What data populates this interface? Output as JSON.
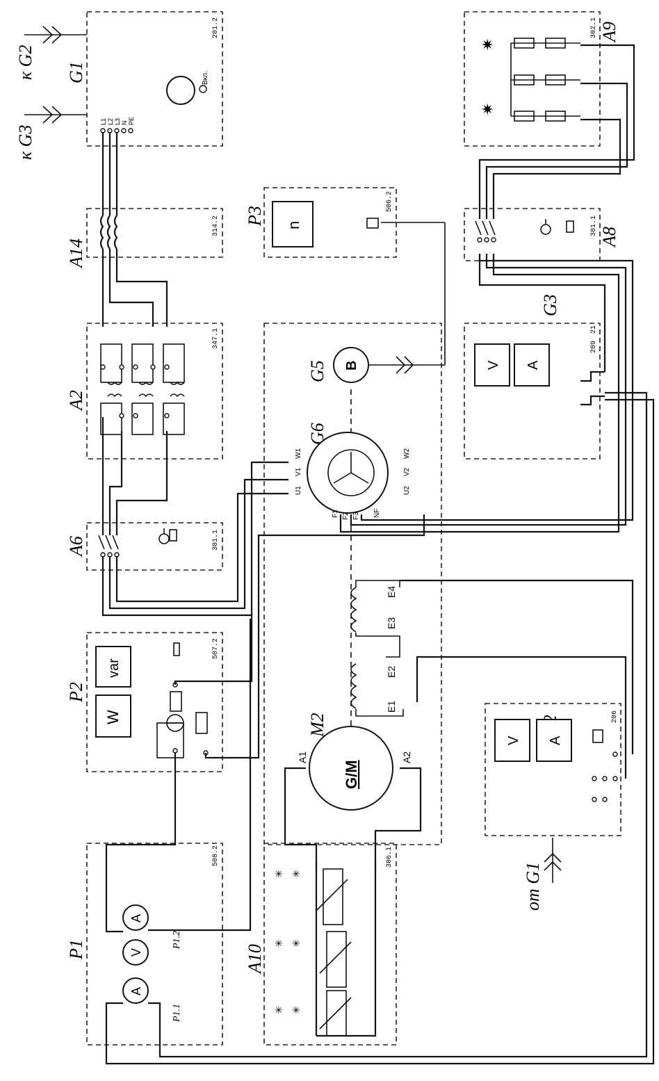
{
  "labels": {
    "k_g2": "к G2",
    "k_g3": "к G3",
    "g1": "G1",
    "g1_code": "201.2",
    "g1_button": "Вкл.",
    "g1_terminals": [
      "L1",
      "L2",
      "L3",
      "N",
      "PE"
    ],
    "a14": "A14",
    "a14_code": "314.2",
    "a2": "A2",
    "a2_code": "347.1",
    "a6": "A6",
    "a6_code": "301.1",
    "p3": "P3",
    "p3_code": "506.2",
    "p3_display": "n",
    "a9": "A9",
    "a9_code": "302.1",
    "a8": "A8",
    "a8_code": "301.1",
    "g3": "G3",
    "g3_code": "209",
    "g3_code2": "21",
    "g5": "G5",
    "g5_symbol": "B",
    "g6": "G6",
    "g6_terminals_top": [
      "W1",
      "V1",
      "U1"
    ],
    "g6_terminals_bottom": [
      "W2",
      "V2",
      "U2"
    ],
    "g6_terminals_rotor": [
      "F1",
      "F2",
      "F3",
      "NF"
    ],
    "p2": "P2",
    "p2_code": "507.2",
    "p2_var": "var",
    "p2_w": "W",
    "m2": "M2",
    "m2_symbol": "G/M",
    "m2_a1": "A1",
    "m2_a2": "A2",
    "field": [
      "E1",
      "E2",
      "E3",
      "E4"
    ],
    "g2": "G2",
    "g2_code": "206",
    "from_g1": "от G1",
    "p1": "P1",
    "p1_code": "508.2",
    "p1_1": "P1.1",
    "p1_2": "P1.2",
    "a10": "A10",
    "a10_code": "306.1",
    "meter_v": "V",
    "meter_a": "A"
  }
}
